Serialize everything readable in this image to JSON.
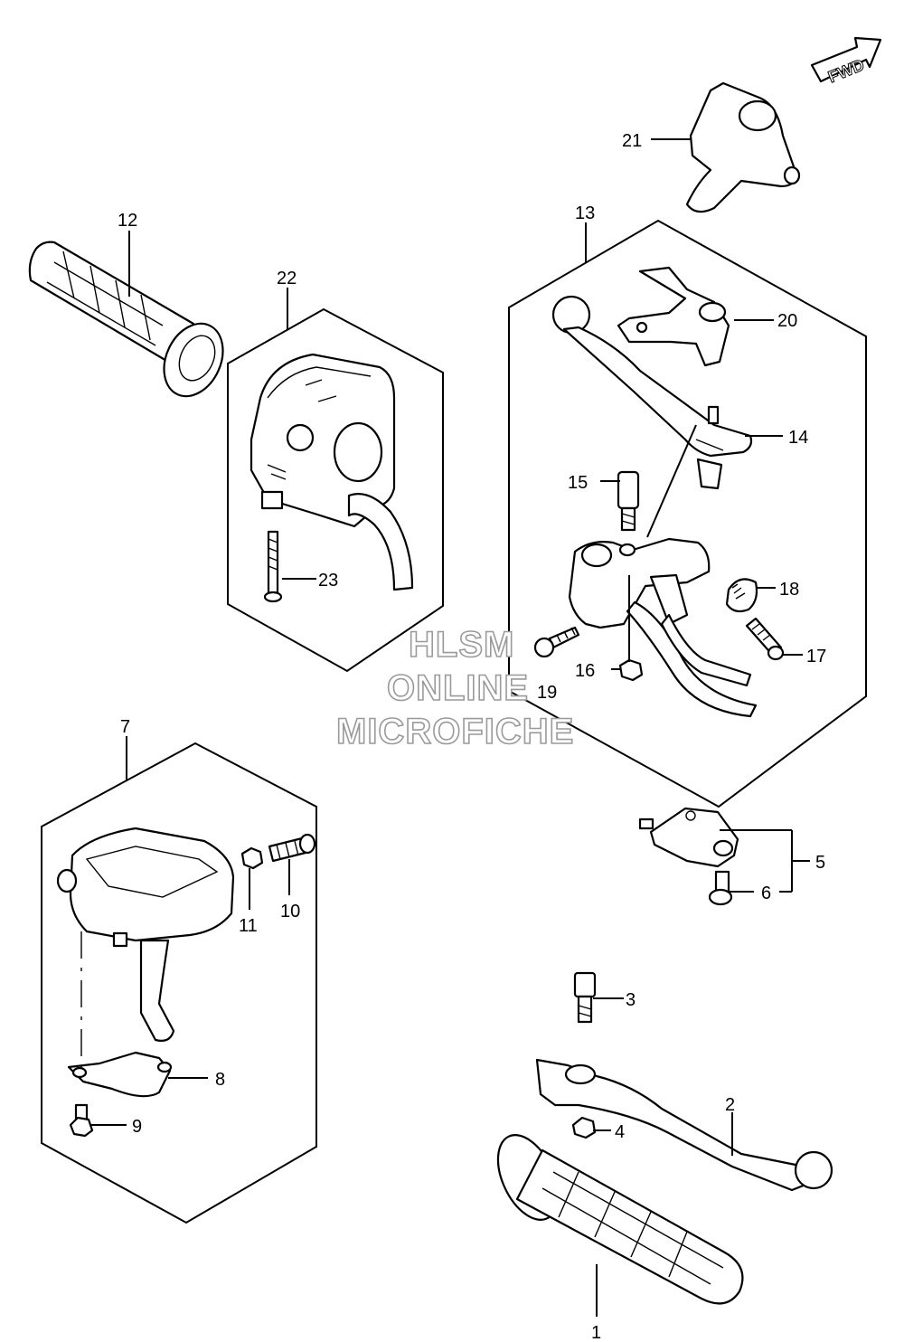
{
  "badge": {
    "fwd_label": "FWD"
  },
  "watermark": {
    "line1": "HLSM",
    "line2": "ONLINE",
    "line3": "MICROFICHE"
  },
  "callouts": {
    "c1": "1",
    "c2": "2",
    "c3": "3",
    "c4": "4",
    "c5": "5",
    "c6": "6",
    "c7": "7",
    "c8": "8",
    "c9": "9",
    "c10": "10",
    "c11": "11",
    "c12": "12",
    "c13": "13",
    "c14": "14",
    "c15": "15",
    "c16": "16",
    "c17": "17",
    "c18": "18",
    "c19": "19",
    "c20": "20",
    "c21": "21",
    "c22": "22",
    "c23": "23"
  }
}
